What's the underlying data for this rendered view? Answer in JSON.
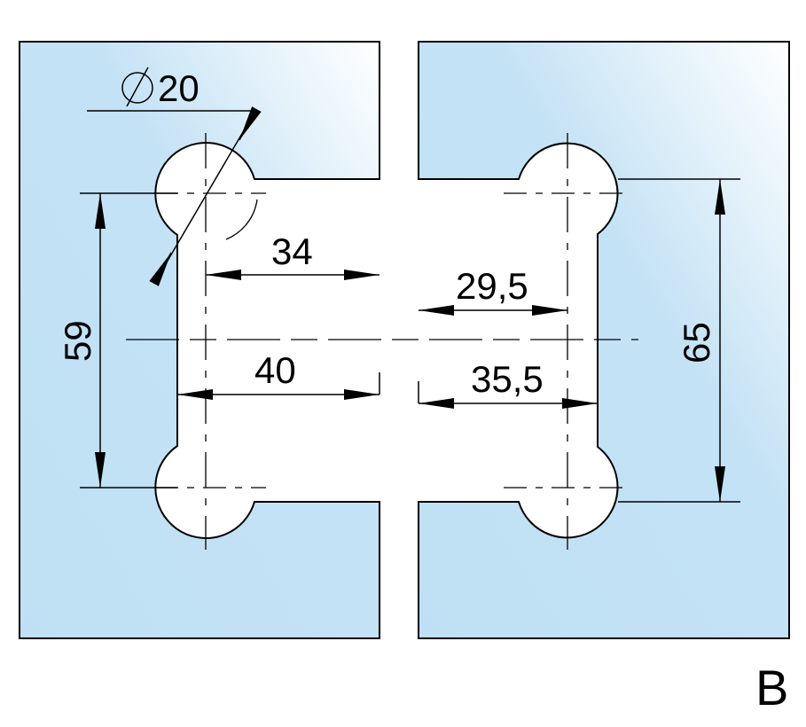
{
  "diagram": {
    "panel_label": "B",
    "dimensions": {
      "hole_diameter_symbol": "∅",
      "hole_diameter": "20",
      "left_inner_depth": "34",
      "left_outer_depth": "40",
      "left_hole_spacing": "59",
      "right_inner_depth": "29,5",
      "right_outer_depth": "35,5",
      "right_hole_spacing": "65"
    },
    "colors": {
      "glass": "#bfe0f4",
      "glass_highlight": "#ffffff",
      "line": "#000000"
    }
  }
}
